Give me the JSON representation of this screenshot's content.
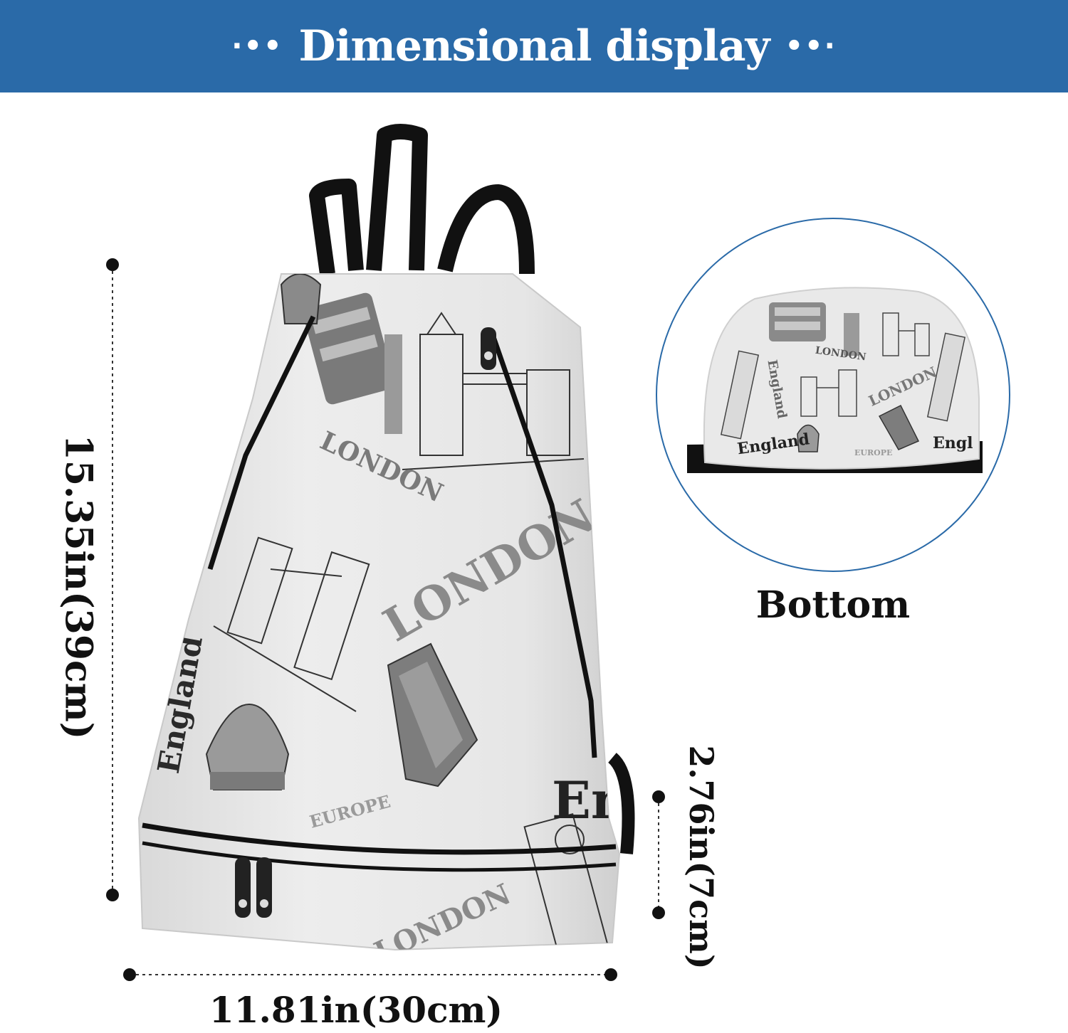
{
  "banner": {
    "title": "Dimensional display",
    "dots_left": "·••",
    "dots_right": "••·",
    "background": "#2a6aa8"
  },
  "dimensions": {
    "height": "15.35in(39cm)",
    "width": "11.81in(30cm)",
    "depth": "2.76in(7cm)"
  },
  "bottom_view": {
    "label": "Bottom",
    "circle_color": "#2a6aa8"
  },
  "print_pattern": {
    "words": [
      "LONDON",
      "LONDON",
      "England",
      "EUROPE",
      "En"
    ],
    "bottom_words": [
      "LONDON",
      "LONDON",
      "England",
      "England",
      "Engl",
      "EUROPE"
    ]
  }
}
